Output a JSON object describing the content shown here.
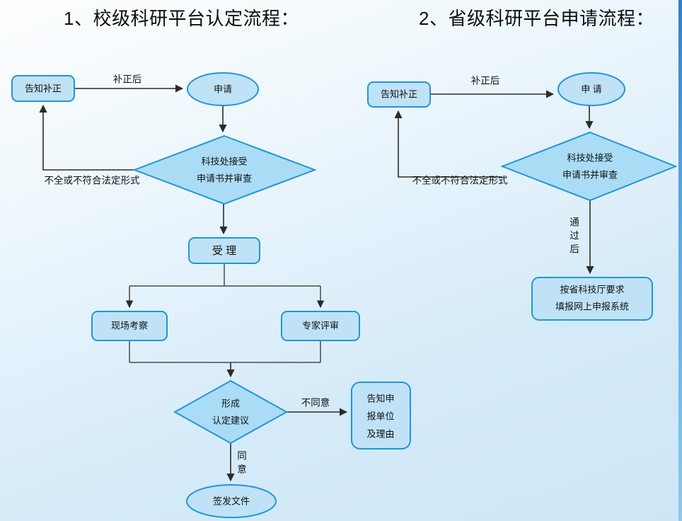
{
  "titles": {
    "left": "1、校级科研平台认定流程：",
    "right": "2、省级科研平台申请流程："
  },
  "left_chart": {
    "nodes": {
      "notify_correct": "告知补正",
      "apply": "申请",
      "review_decision_line1": "科技处接受",
      "review_decision_line2": "申请书并审查",
      "accept": "受 理",
      "site_visit": "现场考察",
      "expert_review": "专家评审",
      "recommendation_line1": "形成",
      "recommendation_line2": "认定建议",
      "inform_line1": "告知申",
      "inform_line2": "报单位",
      "inform_line3": "及理由",
      "issue_document": "签发文件"
    },
    "edges": {
      "after_correction": "补正后",
      "incomplete_or_noncompliant": "不全或不符合法定形式",
      "disagree": "不同意",
      "agree_char1": "同",
      "agree_char2": "意"
    }
  },
  "right_chart": {
    "nodes": {
      "notify_correct": "告知补正",
      "apply": "申  请",
      "review_decision_line1": "科技处接受",
      "review_decision_line2": "申请书并审查",
      "online_system_line1": "按省科技厅要求",
      "online_system_line2": "填报网上申报系统"
    },
    "edges": {
      "after_correction": "补正后",
      "incomplete_or_noncompliant": "不全或不符合法定形式",
      "passed_char1": "通",
      "passed_char2": "过",
      "passed_char3": "后"
    }
  },
  "colors": {
    "shape_stroke": "#2196d6",
    "shape_fill_light": "#bfe2f7",
    "shape_fill_mid": "#aadcf5",
    "connector": "#2b2b2b",
    "background_top": "#fdfeff",
    "background_bottom": "#cde6f6",
    "edge_strip": "#2f7fd0"
  }
}
